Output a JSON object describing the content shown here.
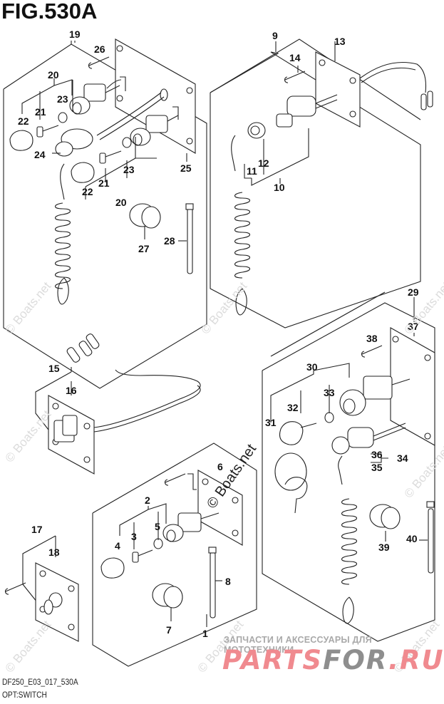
{
  "figure": {
    "title": "FIG.530A",
    "code": "DF250_E03_017_530A",
    "name": "OPT:SWITCH"
  },
  "watermarks": {
    "site": "© Boats.net",
    "site_large": "© Boats.net",
    "ru_tagline": "ЗАПЧАСТИ И АКСЕССУАРЫ ДЛЯ МОТОТЕХНИКИ",
    "brand_red_1": "PARTS",
    "brand_gray": "FOR",
    "brand_red_2": ".RU"
  },
  "callouts": [
    {
      "id": "1",
      "text": "1"
    },
    {
      "id": "2",
      "text": "2"
    },
    {
      "id": "3",
      "text": "3"
    },
    {
      "id": "4",
      "text": "4"
    },
    {
      "id": "5",
      "text": "5"
    },
    {
      "id": "6",
      "text": "6"
    },
    {
      "id": "7",
      "text": "7"
    },
    {
      "id": "8",
      "text": "8"
    },
    {
      "id": "9",
      "text": "9"
    },
    {
      "id": "10",
      "text": "10"
    },
    {
      "id": "11",
      "text": "11"
    },
    {
      "id": "12",
      "text": "12"
    },
    {
      "id": "13",
      "text": "13"
    },
    {
      "id": "14",
      "text": "14"
    },
    {
      "id": "15",
      "text": "15"
    },
    {
      "id": "16",
      "text": "16"
    },
    {
      "id": "17",
      "text": "17"
    },
    {
      "id": "18",
      "text": "18"
    },
    {
      "id": "19",
      "text": "19"
    },
    {
      "id": "20a",
      "text": "20"
    },
    {
      "id": "20b",
      "text": "20"
    },
    {
      "id": "21a",
      "text": "21"
    },
    {
      "id": "21b",
      "text": "21"
    },
    {
      "id": "22a",
      "text": "22"
    },
    {
      "id": "22b",
      "text": "22"
    },
    {
      "id": "23a",
      "text": "23"
    },
    {
      "id": "23b",
      "text": "23"
    },
    {
      "id": "24",
      "text": "24"
    },
    {
      "id": "25",
      "text": "25"
    },
    {
      "id": "26",
      "text": "26"
    },
    {
      "id": "27",
      "text": "27"
    },
    {
      "id": "28",
      "text": "28"
    },
    {
      "id": "29",
      "text": "29"
    },
    {
      "id": "30",
      "text": "30"
    },
    {
      "id": "31",
      "text": "31"
    },
    {
      "id": "32",
      "text": "32"
    },
    {
      "id": "33",
      "text": "33"
    },
    {
      "id": "34",
      "text": "34"
    },
    {
      "id": "35",
      "text": "35"
    },
    {
      "id": "36",
      "text": "36"
    },
    {
      "id": "37",
      "text": "37"
    },
    {
      "id": "38",
      "text": "38"
    },
    {
      "id": "39",
      "text": "39"
    },
    {
      "id": "40",
      "text": "40"
    }
  ],
  "groups": [
    {
      "name": "dual-key-switch-kit",
      "callout": "19"
    },
    {
      "name": "emergency-stop-switch-kit",
      "callout": "9"
    },
    {
      "name": "trim-switch-panel",
      "callout": "15"
    },
    {
      "name": "single-key-switch-kit",
      "callout": "1"
    },
    {
      "name": "rotary-switch-panel",
      "callout": "17"
    },
    {
      "name": "key-switch-with-stop-kit",
      "callout": "29"
    }
  ]
}
